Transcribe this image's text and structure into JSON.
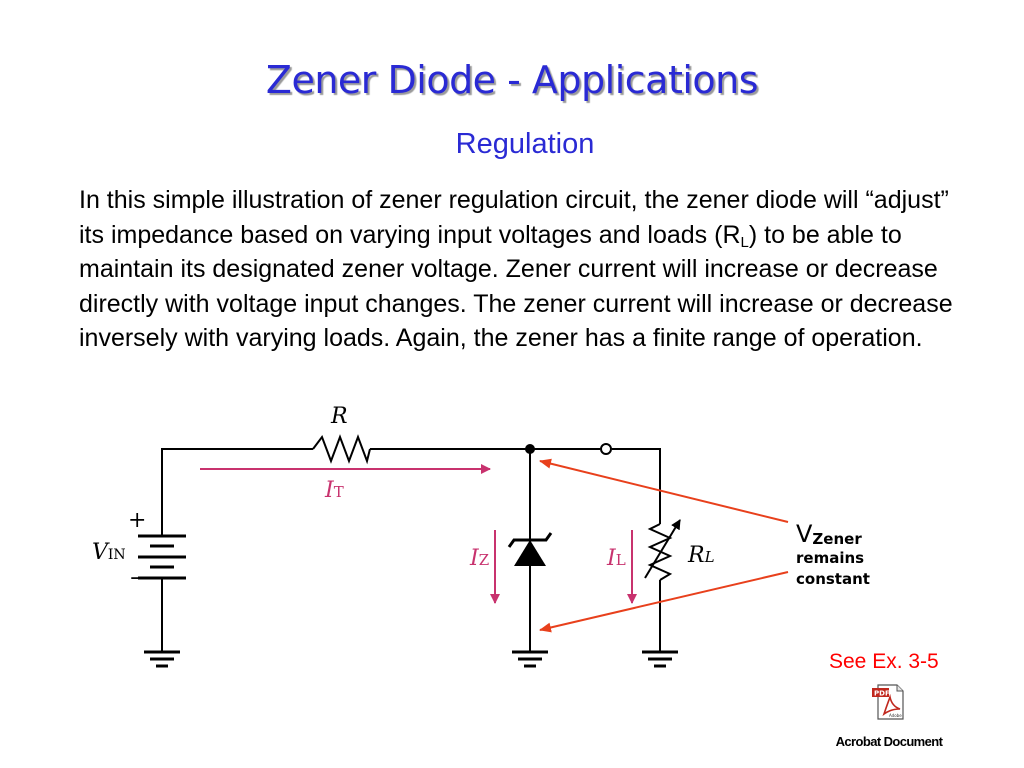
{
  "slide": {
    "title": "Zener Diode - Applications",
    "subtitle": "Regulation",
    "paragraph_part1": "In this simple illustration of zener regulation circuit, the zener diode will “adjust” its impedance based on varying input voltages and loads (R",
    "paragraph_sub": "L",
    "paragraph_part2": ") to be able to maintain its designated zener voltage. Zener current will increase or decrease directly with voltage input changes. The zener current will increase or decrease inversely with varying loads. Again, the zener has a finite range of operation."
  },
  "circuit": {
    "resistor_label": "R",
    "it_label": "I",
    "it_sub": "T",
    "battery_plus": "+",
    "battery_minus": "−",
    "vin_label": "V",
    "vin_sub": "IN",
    "iz_label": "I",
    "iz_sub": "Z",
    "il_label": "I",
    "il_sub": "L",
    "rl_label": "R",
    "rl_sub": "L"
  },
  "callout": {
    "v_label": "V",
    "v_sub": "Zener",
    "line1": "remains",
    "line2": "constant"
  },
  "reference": {
    "see_example": "See Ex. 3-5",
    "pdf_caption": "Acrobat Document",
    "icon": "pdf-document-icon"
  },
  "colors": {
    "title": "#2a2ad4",
    "current_arrows": "#c8326e",
    "callout_arrows": "#e8401c",
    "see_example": "#ff0000"
  }
}
